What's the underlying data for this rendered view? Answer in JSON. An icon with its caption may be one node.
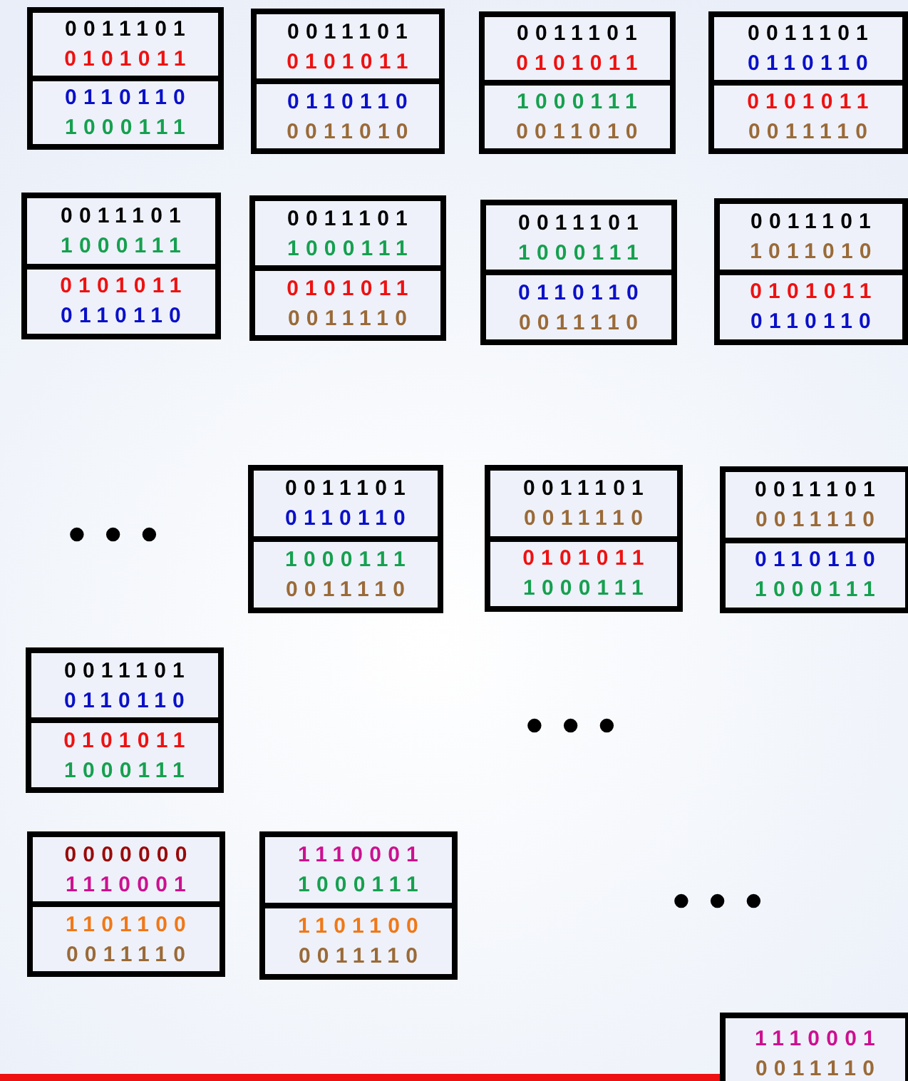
{
  "diagram": {
    "nodes": [
      {
        "text": [
          "0011101",
          "0101011",
          "0110110",
          "1000111"
        ]
      },
      {
        "text": [
          "0011101",
          "0101011",
          "0110110",
          "0011010"
        ]
      },
      {
        "text": [
          "0011101",
          "0101011",
          "1000111",
          "0011010"
        ]
      },
      {
        "text": [
          "0011101",
          "0110110",
          "0101011",
          "0011110"
        ]
      },
      {
        "text": [
          "0011101",
          "1000111",
          "0101011",
          "0110110"
        ]
      },
      {
        "text": [
          "0011101",
          "1000111",
          "0101011",
          "0011110"
        ]
      },
      {
        "text": [
          "0011101",
          "1000111",
          "0110110",
          "0011110"
        ]
      },
      {
        "text": [
          "0011101",
          "1011010",
          "0101011",
          "0110110"
        ]
      },
      {
        "text": [
          "0011101",
          "0110110",
          "1000111",
          "0011110"
        ]
      },
      {
        "text": [
          "0011101",
          "0011110",
          "0101011",
          "1000111"
        ]
      },
      {
        "text": [
          "0011101",
          "0011110",
          "0110110",
          "1000111"
        ]
      },
      {
        "text": [
          "0011101",
          "0110110",
          "0101011",
          "1000111"
        ]
      },
      {
        "text": [
          "0000000",
          "1110001",
          "1101100",
          "0011110"
        ]
      },
      {
        "text": [
          "1110001",
          "1000111",
          "1101100",
          "0011110"
        ]
      },
      {
        "text": [
          "1110001",
          "0011110"
        ]
      }
    ],
    "labels": [
      "• • •",
      "• • •",
      "• • •"
    ]
  }
}
